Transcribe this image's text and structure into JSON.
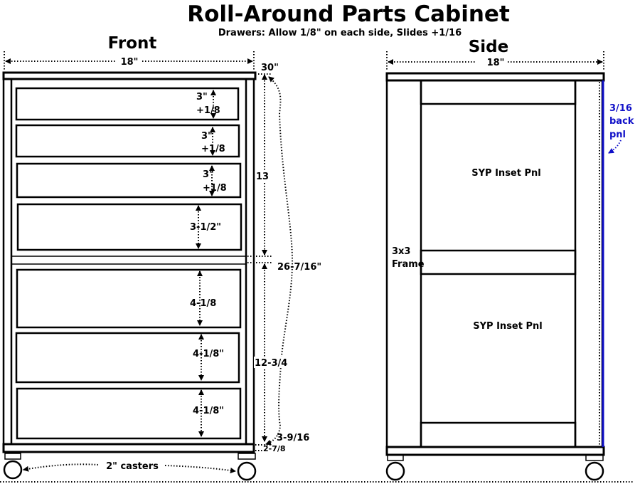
{
  "title": "Roll-Around Parts Cabinet",
  "subtitle": "Drawers: Allow 1/8\" on each side, Slides +1/16",
  "front": {
    "heading": "Front",
    "width_label": "18\"",
    "drawer_labels": [
      {
        "line1": "3\"",
        "line2": "+1/8"
      },
      {
        "line1": "3\"",
        "line2": "+1/8"
      },
      {
        "line1": "3\"",
        "line2": "+1/8"
      },
      {
        "line1": "3-1/2\"",
        "line2": ""
      },
      {
        "line1": "4-1/8",
        "line2": ""
      },
      {
        "line1": "4-1/8\"",
        "line2": ""
      },
      {
        "line1": "4-1/8\"",
        "line2": ""
      }
    ],
    "height_total": "30\"",
    "upper_section": "13",
    "body_height": "26-7/16\"",
    "lower_section": "12-3/4",
    "base_dim_a": "3-9/16",
    "base_dim_b": "2-7/8",
    "casters_label": "2\" casters"
  },
  "side": {
    "heading": "Side",
    "width_label": "18\"",
    "frame_line1": "3x3",
    "frame_line2": "Frame",
    "panel_upper": "SYP Inset Pnl",
    "panel_lower": "SYP Inset Pnl",
    "back_line1": "3/16",
    "back_line2": "back",
    "back_line3": "pnl",
    "back_color": "#1010c8"
  }
}
